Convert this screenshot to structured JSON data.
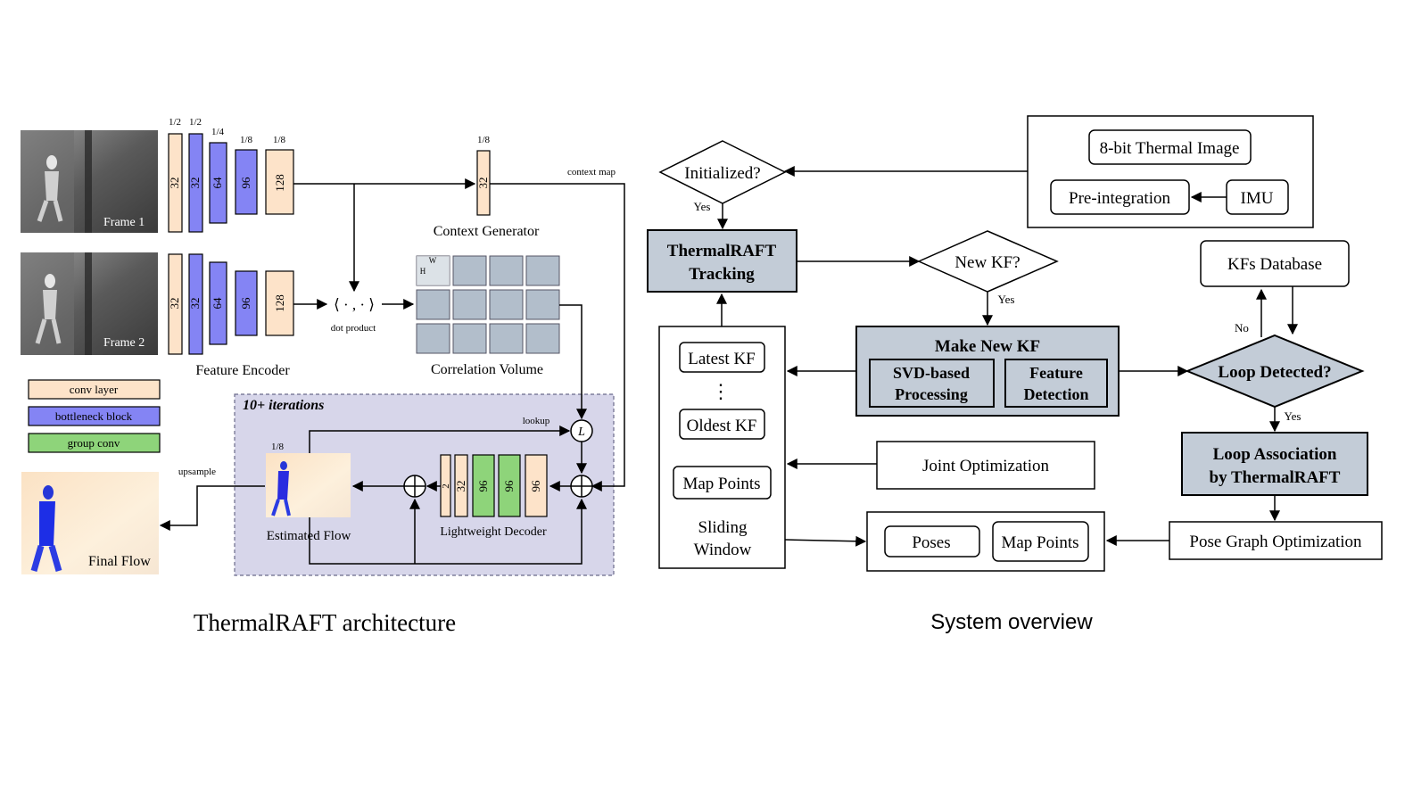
{
  "architecture": {
    "caption": "ThermalRAFT architecture",
    "frame1_label": "Frame 1",
    "frame2_label": "Frame 2",
    "scales": {
      "s1": "1/2",
      "s2": "1/2",
      "s3": "1/4",
      "s4": "1/8",
      "s5": "1/8",
      "context": "1/8",
      "estimated": "1/8"
    },
    "encoder_channels": [
      "32",
      "32",
      "64",
      "96",
      "128"
    ],
    "encoder_label": "Feature Encoder",
    "context_channels": "32",
    "context_label": "Context Generator",
    "context_map": "context map",
    "dot_symbol": "⟨ · , · ⟩",
    "dot_product": "dot product",
    "corr_w": "W",
    "corr_h": "H",
    "corr_label": "Correlation Volume",
    "legend": {
      "conv": "conv layer",
      "bottleneck": "bottleneck block",
      "group": "group conv"
    },
    "iterations": "10+ iterations",
    "lookup": "lookup",
    "lookup_symbol": "L",
    "decoder_channels": [
      "2",
      "32",
      "96",
      "96",
      "96"
    ],
    "decoder_label": "Lightweight Decoder",
    "estimated_label": "Estimated Flow",
    "upsample": "upsample",
    "final_label": "Final Flow",
    "colors": {
      "conv": "#fde3c9",
      "bottleneck": "#8484f4",
      "group": "#8ed47a",
      "iteration_bg": "#d7d6ea"
    }
  },
  "system": {
    "caption": "System overview",
    "thermal_image": "8-bit Thermal Image",
    "preintegration": "Pre-integration",
    "imu": "IMU",
    "initialized": "Initialized?",
    "yes1": "Yes",
    "tracking_l1": "ThermalRAFT",
    "tracking_l2": "Tracking",
    "new_kf": "New KF?",
    "yes2": "Yes",
    "make_new_kf": "Make New KF",
    "svd_l1": "SVD-based",
    "svd_l2": "Processing",
    "feat_l1": "Feature",
    "feat_l2": "Detection",
    "latest_kf": "Latest KF",
    "ellipsis": "⋮",
    "oldest_kf": "Oldest KF",
    "map_points": "Map Points",
    "sliding_l1": "Sliding",
    "sliding_l2": "Window",
    "joint_opt": "Joint Optimization",
    "poses": "Poses",
    "map_points2": "Map Points",
    "kfs_db": "KFs Database",
    "no": "No",
    "loop_detected": "Loop Detected?",
    "yes3": "Yes",
    "loop_assoc_l1": "Loop Association",
    "loop_assoc_l2": "by ThermalRAFT",
    "pose_graph": "Pose Graph Optimization",
    "colors": {
      "highlight": "#c3ccd7"
    }
  }
}
